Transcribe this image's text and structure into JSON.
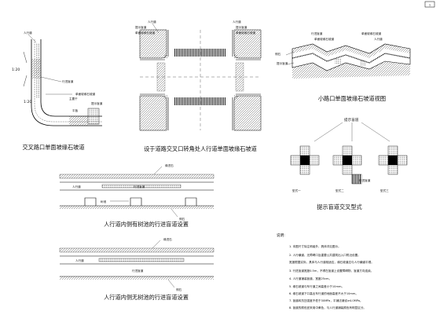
{
  "page_marker": "1",
  "drawings": {
    "corner_ramp": {
      "title": "交叉路口单面坡缘石坡道",
      "slope_left": "1:20",
      "slope_right": "1:20",
      "labels": {
        "sidewalk": "人行道",
        "tactile": "行进盲道",
        "ramp_warning": "单面坡缘石坡道",
        "main_road": "主要干",
        "plank": "平板",
        "warning": "提示盲道"
      }
    },
    "intersection": {
      "title": "设于道路交叉口转角处人行道单面坡缘石坡道",
      "labels": {
        "sidewalk": "人行道",
        "warning_tactile": "提示盲道",
        "ramp": "单面坡缘石坡道"
      }
    },
    "small_crossing": {
      "title": "小路口单面坡缘石坡道视图",
      "labels": {
        "tactile": "行进盲道",
        "ramp": "单面坡缘石坡道",
        "sidewalk": "人行道",
        "curb": "侧石",
        "warning": "提示盲道"
      }
    },
    "tactile_junction": {
      "title": "提示盲道交叉型式",
      "top_label": "提示盲道",
      "mid_label": "行进盲道",
      "types": [
        "型式一",
        "型式二",
        "型式三"
      ]
    },
    "with_trees": {
      "title": "人行道内侧有树池的行进盲道设置",
      "labels": {
        "curb_top": "缘进石",
        "sidewalk": "人行道",
        "tactile": "行进盲道",
        "tree_pit": "树池",
        "curb_bottom": "侧石"
      }
    },
    "without_trees": {
      "title": "人行道内侧无树池的行进盲道设置",
      "labels": {
        "curb_top": "缘进石",
        "sidewalk": "人行道",
        "tactile": "行进盲道",
        "curb_bottom": "侧石"
      }
    }
  },
  "notes": {
    "heading": "说明:",
    "items": [
      "1. 本图尺寸除注明者外，具体详见图示。",
      "2. 人行横道、无障碍口及重要公共建筑出入口附近设置。",
      "   宽度根据实际，具体与人行道相适应，缘石坡道应与人行横道平顺。",
      "3. 行进盲道宽度0.5m，不得在盲道上设置障碍物，盲道方向连续。",
      "4. 人行道铺装盲道，宽度25cm。",
      "5. 缘石坡道与车行道之间高差小于10mm。",
      "6. 缘石坡道下口高出车行道的地面高差不大于10mm。",
      "7. 盲道砖抗压强度不低于30MPa，平铺法铺设≥4.0MPa。",
      "8. 盲道的颜色宜采用中黄色，与人行道铺装颜色有明显区分。"
    ]
  }
}
